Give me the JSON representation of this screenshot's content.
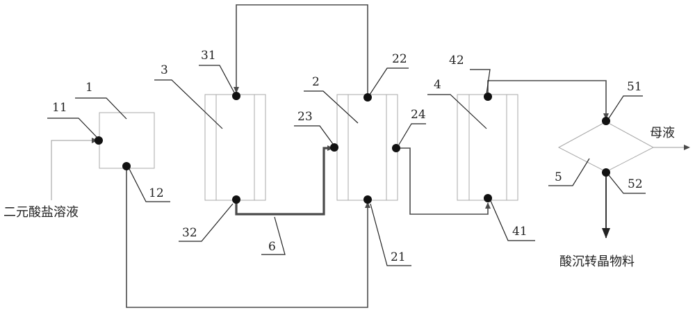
{
  "diagram": {
    "type": "process flow",
    "inputs": {
      "feed": "二元酸盐溶液"
    },
    "outputs": {
      "mother_liquor": "母液",
      "product": "酸沉转晶物料"
    },
    "units": [
      {
        "id": "1",
        "ports": [
          "11",
          "12"
        ]
      },
      {
        "id": "2",
        "ports": [
          "21",
          "22",
          "23",
          "24"
        ]
      },
      {
        "id": "3",
        "ports": [
          "31",
          "32"
        ]
      },
      {
        "id": "4",
        "ports": [
          "41",
          "42"
        ]
      },
      {
        "id": "5",
        "ports": [
          "51",
          "52"
        ]
      },
      {
        "id": "6",
        "ports": []
      }
    ],
    "labels": {
      "u1": "1",
      "u2": "2",
      "u3": "3",
      "u4": "4",
      "u5": "5",
      "u6": "6",
      "p11": "11",
      "p12": "12",
      "p21": "21",
      "p22": "22",
      "p23": "23",
      "p24": "24",
      "p31": "31",
      "p32": "32",
      "p41": "41",
      "p42": "42",
      "p51": "51",
      "p52": "52"
    },
    "connections": [
      {
        "from": "feed",
        "to": "11"
      },
      {
        "from": "12",
        "to": "21"
      },
      {
        "from": "22",
        "to": "31"
      },
      {
        "from": "32",
        "to": "23",
        "via": "6"
      },
      {
        "from": "24",
        "to": "41"
      },
      {
        "from": "42",
        "to": "51"
      },
      {
        "from": "5",
        "to": "mother_liquor"
      },
      {
        "from": "52",
        "to": "product"
      }
    ]
  }
}
